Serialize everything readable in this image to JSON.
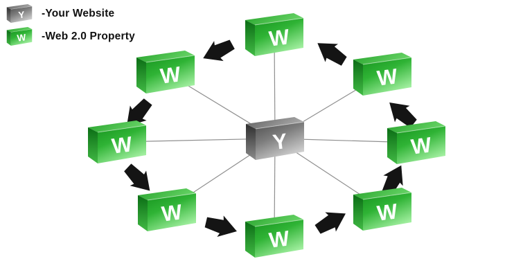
{
  "legend": {
    "items": [
      {
        "symbol": "Y",
        "label": "-Your Website",
        "key": "your-website"
      },
      {
        "symbol": "W",
        "label": "-Web 2.0 Property",
        "key": "web20-property"
      }
    ]
  },
  "diagram": {
    "center": {
      "symbol": "Y",
      "key": "your-website"
    },
    "satellites": [
      {
        "id": "top",
        "symbol": "W"
      },
      {
        "id": "top-right",
        "symbol": "W"
      },
      {
        "id": "right",
        "symbol": "W"
      },
      {
        "id": "bottom-right",
        "symbol": "W"
      },
      {
        "id": "bottom",
        "symbol": "W"
      },
      {
        "id": "bottom-left",
        "symbol": "W"
      },
      {
        "id": "left",
        "symbol": "W"
      },
      {
        "id": "top-left",
        "symbol": "W"
      }
    ],
    "flow": {
      "direction": "counterclockwise",
      "arrow_count": 8
    }
  },
  "colors": {
    "green_front_dark": "#17941f",
    "green_front_mid": "#2fb335",
    "green_front_light": "#a2efa0",
    "green_left_dark": "#0b6d15",
    "green_left_light": "#41b944",
    "green_top_dark": "#27a32c",
    "green_top_light": "#66d365",
    "gray_front_dark": "#4e4e4e",
    "gray_front_mid": "#7c7c7c",
    "gray_front_light": "#cfcfcf",
    "gray_left_dark": "#2e2e2e",
    "gray_left_light": "#8a8a8a",
    "gray_top_dark": "#606060",
    "gray_top_light": "#a8a8a8",
    "arrow": "#141414",
    "line": "#8f8f8f",
    "letter": "#ffffff",
    "legend_text": "#111111",
    "background": "#ffffff"
  }
}
